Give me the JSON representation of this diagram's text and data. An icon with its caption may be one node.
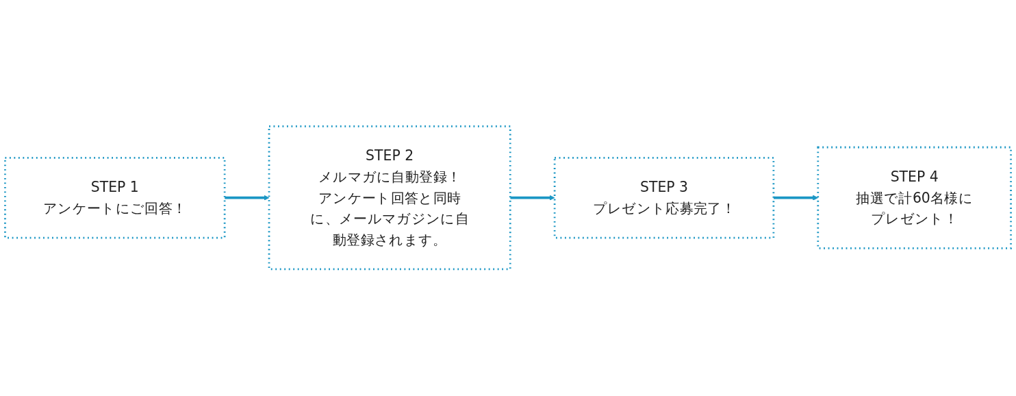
{
  "diagram": {
    "nodes": [
      {
        "text": [
          "STEP 1",
          "アンケートにご回答！"
        ]
      },
      {
        "text": [
          "STEP 2",
          "メルマガに自動登録！",
          "アンケート回答と同時に、メールマガジンに自動登録されます。"
        ]
      },
      {
        "text": [
          "STEP 3",
          "プレゼント応募完了！"
        ]
      },
      {
        "text": [
          "STEP 4",
          "抽選で計60名様に",
          "プレゼント！"
        ]
      }
    ],
    "edges": [
      {
        "from": 0,
        "to": 1,
        "arrow": "to"
      },
      {
        "from": 1,
        "to": 2,
        "arrow": "to"
      },
      {
        "from": 2,
        "to": 3,
        "arrow": "to"
      }
    ]
  }
}
